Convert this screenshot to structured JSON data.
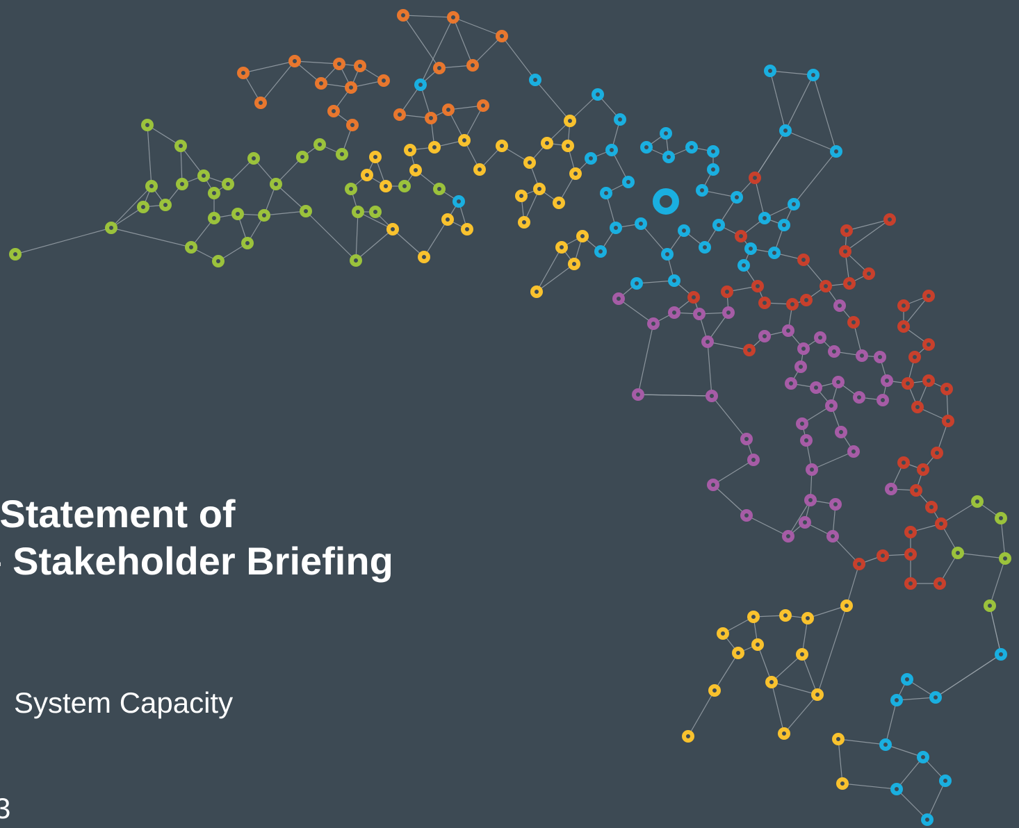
{
  "slide": {
    "title_line1": "Gas Statement of",
    "title_line2": "ies – Stakeholder Briefing",
    "subtitle": "System Capacity",
    "date_fragment": "3"
  },
  "palette": {
    "background": "#3d4a54",
    "edge": "#9aa3aa",
    "orange": "#e8772e",
    "yellow": "#f9c22e",
    "green": "#9bc23c",
    "blue": "#1aafe0",
    "red": "#c8402c",
    "purple": "#a65ca6"
  },
  "graphic": "network-graph-decoration"
}
